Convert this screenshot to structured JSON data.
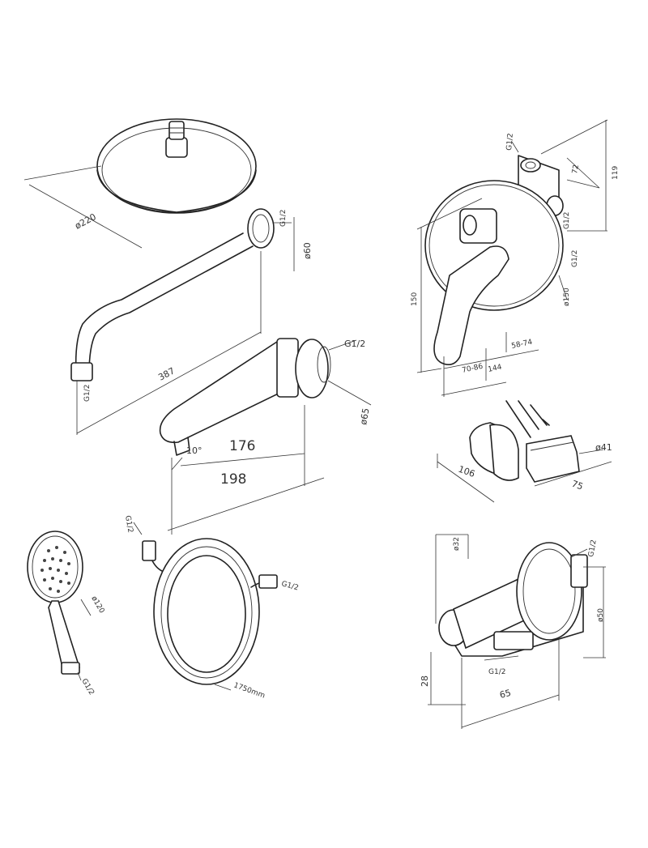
{
  "shower_head": {
    "diameter": "ø220"
  },
  "shower_arm": {
    "thread_top": "G1/2",
    "flange_diameter": "ø60",
    "length": "387",
    "thread_bottom": "G1/2"
  },
  "spout": {
    "thread": "G1/2",
    "flange_diameter": "ø65",
    "angle": "10°",
    "length_short": "176",
    "length_long": "198"
  },
  "mixer": {
    "thread_top": "G1/2",
    "depth_a": "72",
    "depth_b": "119",
    "thread_side_1": "G1/2",
    "thread_side_2": "G1/2",
    "plate_diameter": "ø150",
    "height": "150",
    "range_1": "70-86",
    "range_2": "58-74",
    "width": "144"
  },
  "holder": {
    "diameter": "ø41",
    "length": "106",
    "width": "75"
  },
  "hand_shower": {
    "diameter": "ø120",
    "thread": "G1/2"
  },
  "hose": {
    "thread_a": "G1/2",
    "thread_b": "G1/2",
    "length": "1750mm"
  },
  "wall_outlet": {
    "diameter_small": "ø32",
    "thread_top": "G1/2",
    "diameter_large": "ø50",
    "height": "28",
    "thread_bottom": "G1/2",
    "depth": "65"
  }
}
